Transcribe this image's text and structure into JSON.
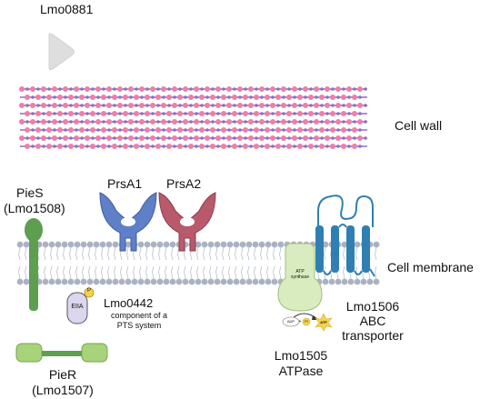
{
  "labels": {
    "lmo0881": "Lmo0881",
    "cell_wall": "Cell wall",
    "cell_membrane": "Cell membrane",
    "pies_name": "PieS",
    "pies_id": "(Lmo1508)",
    "prsa1": "PrsA1",
    "prsa2": "PrsA2",
    "lmo0442": "Lmo0442",
    "lmo0442_desc_1": "component of a",
    "lmo0442_desc_2": "PTS system",
    "eiia": "EIIA",
    "phosphate": "P",
    "atp_synthase_1": "ATP",
    "atp_synthase_2": "synthase",
    "adp": "ADP",
    "plus": "+",
    "pi": "Pi",
    "atp": "ATP",
    "lmo1506_id": "Lmo1506",
    "lmo1506_abc": "ABC",
    "lmo1506_transporter": "transporter",
    "lmo1505_id": "Lmo1505",
    "lmo1505_desc": "ATPase",
    "pier_name": "PieR",
    "pier_id": "(Lmo1507)"
  },
  "colors": {
    "cell_wall_pink": "#ee7fa6",
    "cell_wall_purple": "#8d6fbf",
    "membrane_head": "#aab2c2",
    "pies_green": "#5d9e51",
    "prsa1_blue": "#5f7fc8",
    "prsa2_red": "#b95a6c",
    "abc_blue": "#2f7fb2",
    "atp_synthase_green": "#d9ecbf",
    "pier_green": "#a7d37a",
    "eiia_purple": "#dcd6ee",
    "phosphate_yellow": "#f4d34c",
    "lmo0881_grey": "#dedede"
  }
}
